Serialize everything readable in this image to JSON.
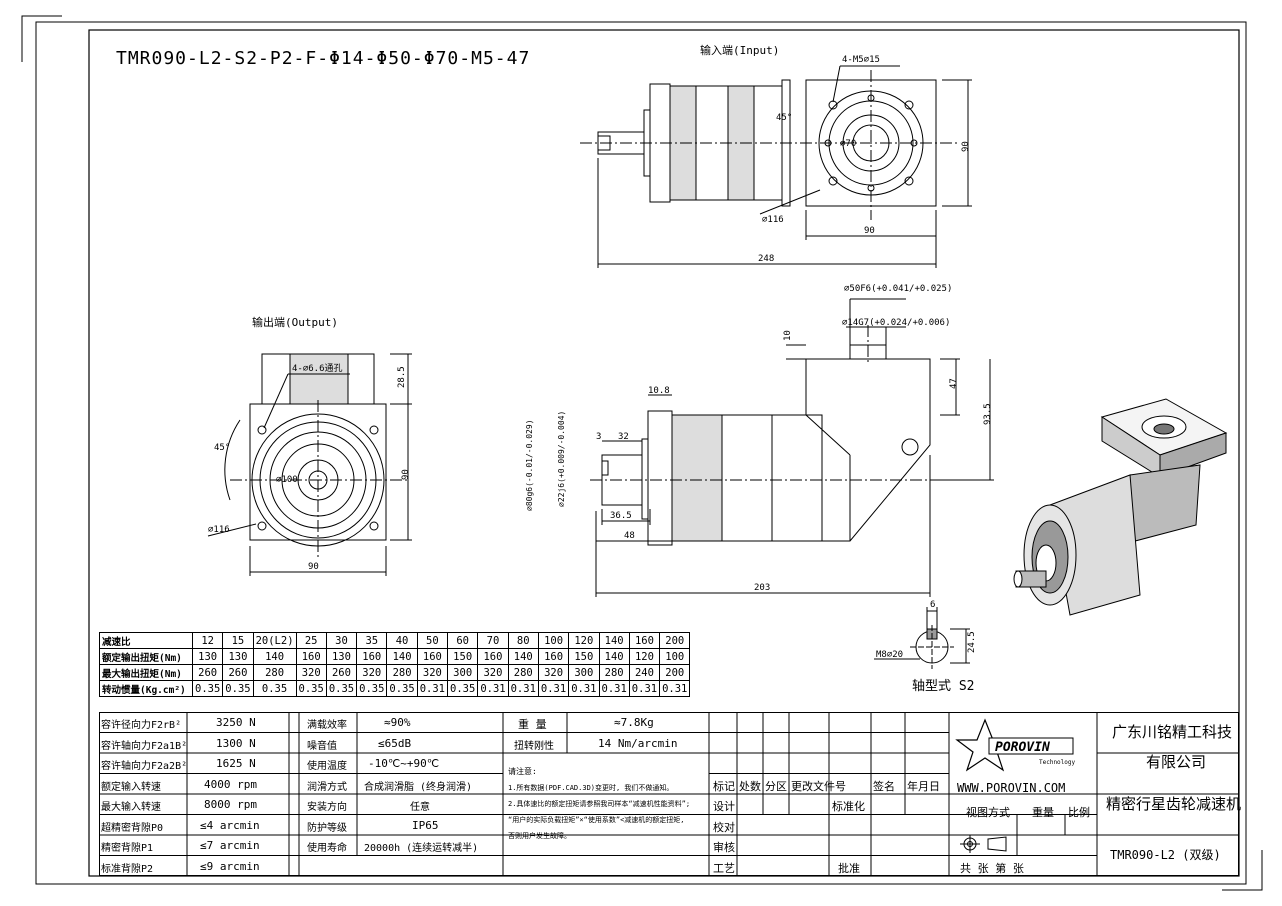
{
  "title": "TMR090-L2-S2-P2-F-Φ14-Φ50-Φ70-M5-47",
  "views": {
    "input_label": "输入端(Input)",
    "output_label": "输出端(Output)",
    "shaft_label": "轴型式 S2"
  },
  "dims_input": {
    "holes": "4-M5⌀15",
    "angle": "45°",
    "phi70": "⌀70",
    "phi116": "⌀116",
    "w90": "90",
    "h90": "90",
    "len248": "248"
  },
  "dims_output": {
    "holes": "4-⌀6.6通孔",
    "angle": "45°",
    "phi100": "⌀100",
    "phi116": "⌀116",
    "w90": "90",
    "h90": "90",
    "h285": "28.5"
  },
  "dims_side": {
    "phi50": "⌀50F6(+0.041/+0.025)",
    "phi14": "⌀14G7(+0.024/+0.006)",
    "d10": "10",
    "d47": "47",
    "d935": "93.5",
    "d108": "10.8",
    "d3": "3",
    "d32": "32",
    "d365": "36.5",
    "d48": "48",
    "d203": "203",
    "phi80": "⌀80g6(-0.01/-0.029)",
    "phi22": "⌀22j6(+0.009/-0.004)"
  },
  "dims_shaft": {
    "w6": "6",
    "h245": "24.5",
    "m8": "M8⌀20"
  },
  "ratio_table": {
    "headers": [
      "减速比",
      "额定输出扭矩(Nm)",
      "最大输出扭矩(Nm)",
      "转动惯量(Kg.cm²)"
    ],
    "rows": [
      [
        "12",
        "15",
        "20(L2)",
        "25",
        "30",
        "35",
        "40",
        "50",
        "60",
        "70",
        "80",
        "100",
        "120",
        "140",
        "160",
        "200"
      ],
      [
        "130",
        "130",
        "140",
        "160",
        "130",
        "160",
        "140",
        "160",
        "150",
        "160",
        "140",
        "160",
        "150",
        "140",
        "120",
        "100"
      ],
      [
        "260",
        "260",
        "280",
        "320",
        "260",
        "320",
        "280",
        "320",
        "300",
        "320",
        "280",
        "320",
        "300",
        "280",
        "240",
        "200"
      ],
      [
        "0.35",
        "0.35",
        "0.35",
        "0.35",
        "0.35",
        "0.35",
        "0.35",
        "0.31",
        "0.35",
        "0.31",
        "0.31",
        "0.31",
        "0.31",
        "0.31",
        "0.31",
        "0.31"
      ]
    ]
  },
  "spec_left": [
    {
      "k": "容许径向力F2rB²",
      "v": "3250 N"
    },
    {
      "k": "容许轴向力F2a1B²",
      "v": "1300 N"
    },
    {
      "k": "容许轴向力F2a2B²",
      "v": "1625 N"
    },
    {
      "k": "额定输入转速",
      "v": "4000 rpm"
    },
    {
      "k": "最大输入转速",
      "v": "8000 rpm"
    },
    {
      "k": "超精密背隙P0",
      "v": "≤4 arcmin"
    },
    {
      "k": "精密背隙P1",
      "v": "≤7 arcmin"
    },
    {
      "k": "标准背隙P2",
      "v": "≤9 arcmin"
    }
  ],
  "spec_mid": [
    {
      "k": "满载效率",
      "v": "≈90%"
    },
    {
      "k": "噪音值",
      "v": "≤65dB"
    },
    {
      "k": "使用温度",
      "v": "-10℃~+90℃"
    },
    {
      "k": "润滑方式",
      "v": "合成润滑脂 (终身润滑)"
    },
    {
      "k": "安装方向",
      "v": "任意"
    },
    {
      "k": "防护等级",
      "v": "IP65"
    },
    {
      "k": "使用寿命",
      "v": "20000h (连续运转减半)"
    }
  ],
  "spec_right": {
    "weight_k": "重 量",
    "weight_v": "≈7.8Kg",
    "stiff_k": "扭转刚性",
    "stiff_v": "14 Nm/arcmin",
    "notes": [
      "请注意:",
      "1.所有数据(PDF.CAD.3D)变更时, 我们不做通知。",
      "2.具体速比的额定扭矩请参照我司样本“减速机性能资料”;",
      "“用户的实际负载扭矩”×“使用系数”<减速机的额定扭矩,",
      "否则用户发生故障。"
    ]
  },
  "title_block": {
    "cols": [
      "标记",
      "处数",
      "分区",
      "更改文件号",
      "签名",
      "年月日"
    ],
    "rows": [
      "设计",
      "校对",
      "审核",
      "工艺"
    ],
    "std": "标准化",
    "approve": "批准",
    "logo": "POROVIN",
    "logo_sub": "Technology",
    "web": "WWW.POROVIN.COM",
    "view_method": "视图方式",
    "weight": "重量",
    "scale": "比例",
    "sheets": "共   张  第   张",
    "company1": "广东川铭精工科技",
    "company2": "有限公司",
    "product": "精密行星齿轮减速机",
    "model": "TMR090-L2 (双级)"
  }
}
